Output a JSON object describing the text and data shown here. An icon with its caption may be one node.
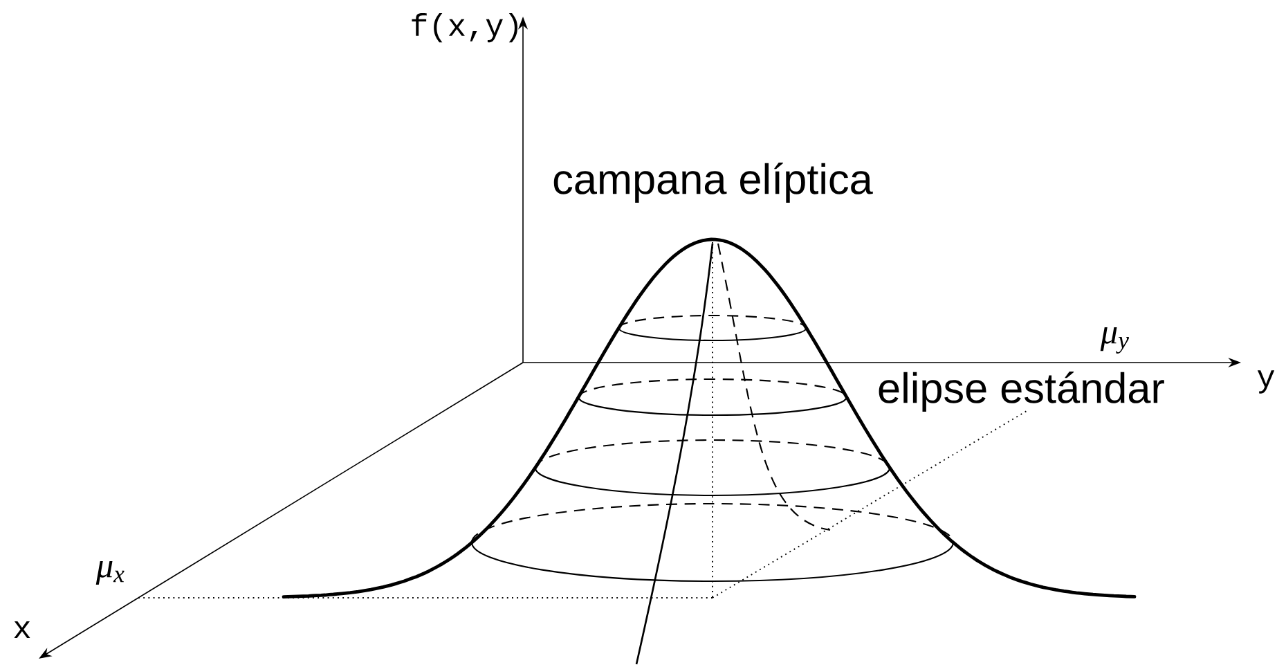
{
  "diagram": {
    "labels": [
      "f(x,y)",
      "campana elíptica",
      "μ$_{y}$",
      "y",
      "elipse estándar",
      "μ$_{x}$",
      "x"
    ]
  }
}
